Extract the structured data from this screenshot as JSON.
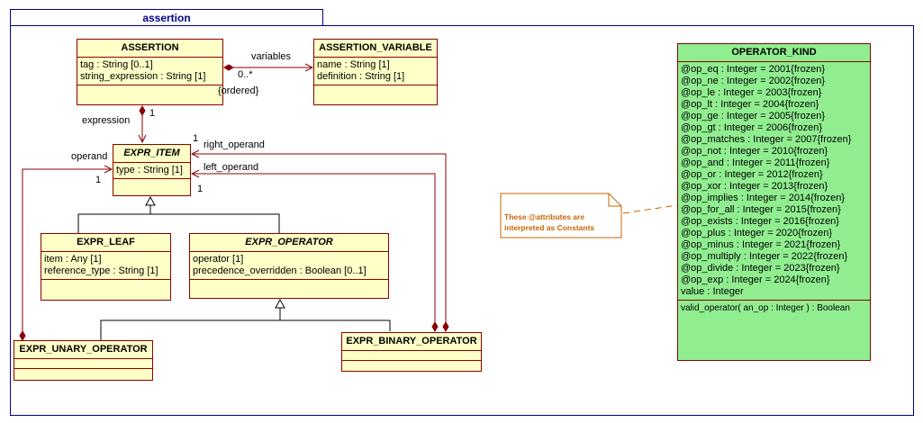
{
  "package": {
    "name": "assertion"
  },
  "classes": {
    "assertion": {
      "name": "ASSERTION",
      "attributes": [
        "tag : String [0..1]",
        "string_expression : String [1]"
      ]
    },
    "assertion_variable": {
      "name": "ASSERTION_VARIABLE",
      "attributes": [
        "name : String [1]",
        "definition : String [1]"
      ]
    },
    "expr_item": {
      "name": "EXPR_ITEM",
      "attributes": [
        "type : String [1]"
      ]
    },
    "expr_leaf": {
      "name": "EXPR_LEAF",
      "attributes": [
        "item : Any [1]",
        "reference_type : String [1]"
      ]
    },
    "expr_operator": {
      "name": "EXPR_OPERATOR",
      "attributes": [
        "operator [1]",
        "precedence_overridden : Boolean [0..1]"
      ]
    },
    "expr_unary_operator": {
      "name": "EXPR_UNARY_OPERATOR"
    },
    "expr_binary_operator": {
      "name": "EXPR_BINARY_OPERATOR"
    },
    "operator_kind": {
      "name": "OPERATOR_KIND",
      "attributes": [
        "@op_eq : Integer = 2001{frozen}",
        "@op_ne : Integer = 2002{frozen}",
        "@op_le : Integer = 2003{frozen}",
        "@op_lt : Integer = 2004{frozen}",
        "@op_ge : Integer = 2005{frozen}",
        "@op_gt : Integer = 2006{frozen}",
        "@op_matches : Integer = 2007{frozen}",
        "@op_not : Integer = 2010{frozen}",
        "@op_and : Integer = 2011{frozen}",
        "@op_or : Integer = 2012{frozen}",
        "@op_xor : Integer = 2013{frozen}",
        "@op_implies : Integer = 2014{frozen}",
        "@op_for_all : Integer = 2015{frozen}",
        "@op_exists : Integer = 2016{frozen}",
        "@op_plus : Integer = 2020{frozen}",
        "@op_minus : Integer = 2021{frozen}",
        "@op_multiply : Integer = 2022{frozen}",
        "@op_divide : Integer = 2023{frozen}",
        "@op_exp : Integer = 2024{frozen}",
        "value : Integer"
      ],
      "operations": [
        "valid_operator( an_op : Integer ) : Boolean"
      ]
    }
  },
  "association_labels": {
    "variables": "variables",
    "variables_multiplicity": "0..*",
    "ordered": "{ordered}",
    "expression": "expression",
    "expression_multiplicity": "1",
    "operand": "operand",
    "operand_multiplicity": "1",
    "right_operand": "right_operand",
    "right_operand_multiplicity": "1",
    "left_operand": "left_operand",
    "left_operand_multiplicity": "1"
  },
  "note": {
    "lines": [
      "These @attributes are",
      "interpreted as Constants"
    ]
  },
  "colors": {
    "class_fill": "#ffffc8",
    "class_border": "#8b0000",
    "highlight_fill": "#90ee90",
    "package_border": "#00008b",
    "note_color": "#c86400"
  }
}
